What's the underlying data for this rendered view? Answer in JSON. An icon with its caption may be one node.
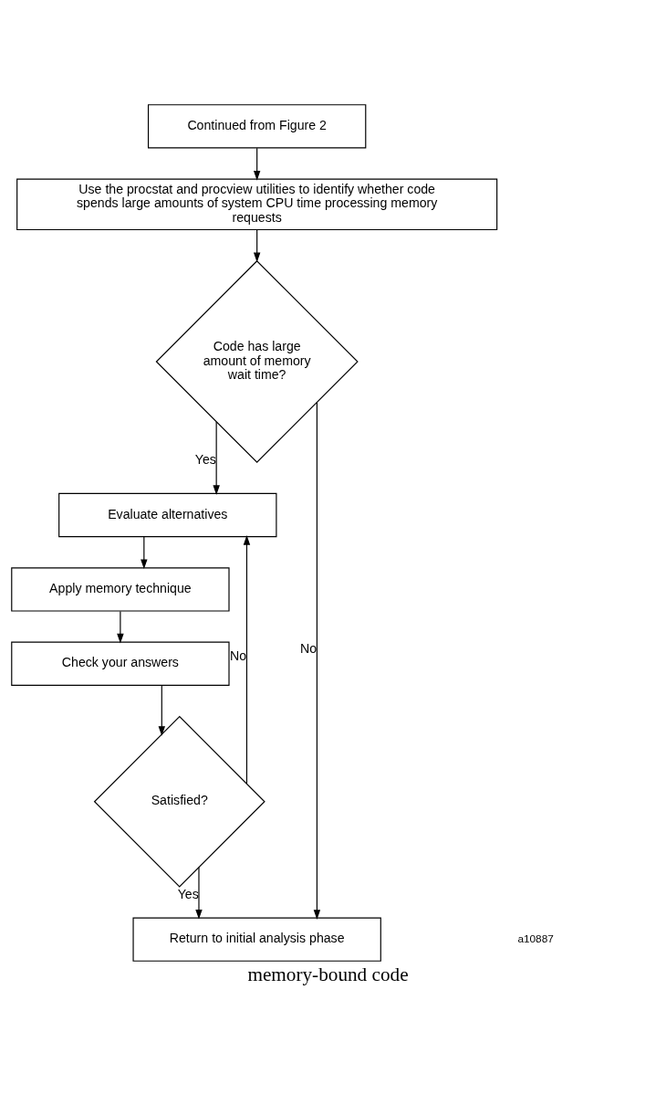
{
  "diagram": {
    "caption": "memory-bound code",
    "nodes": [
      {
        "text": [
          "Continued from Figure 2"
        ]
      },
      {
        "text": [
          "Use the procstat and procview utilities to identify whether code spends large amounts of system CPU time processing memory requests"
        ]
      },
      {
        "text": [
          "Code has large amount of memory wait time?"
        ]
      },
      {
        "text": [
          "Evaluate alternatives"
        ]
      },
      {
        "text": [
          "Apply memory technique"
        ]
      },
      {
        "text": [
          "Check your answers"
        ]
      },
      {
        "text": [
          "Satisfied?"
        ]
      },
      {
        "text": [
          "Return to initial analysis phase"
        ]
      }
    ],
    "edges": [
      {
        "from": 0,
        "to": 1,
        "arrow": "to"
      },
      {
        "from": 1,
        "to": 2,
        "arrow": "to"
      },
      {
        "from": 2,
        "to": 3,
        "label": "Yes",
        "arrow": "to"
      },
      {
        "from": 3,
        "to": 4,
        "arrow": "to"
      },
      {
        "from": 4,
        "to": 5,
        "arrow": "to"
      },
      {
        "from": 5,
        "to": 6,
        "arrow": "to"
      },
      {
        "from": 6,
        "to": 3,
        "label": "No",
        "arrow": "to"
      },
      {
        "from": 6,
        "to": 7,
        "label": "Yes",
        "arrow": "to"
      },
      {
        "from": 2,
        "to": 7,
        "label": "No",
        "arrow": "to"
      }
    ],
    "labels": [
      "a10887"
    ]
  }
}
